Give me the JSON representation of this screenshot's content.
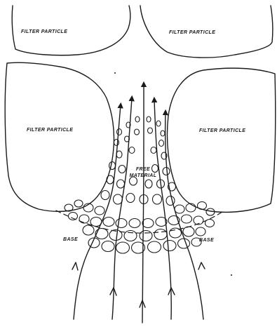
{
  "labels": {
    "filter_particle_top_left": "FILTER PARTICLE",
    "filter_particle_top_right": "FILTER PARTICLE",
    "filter_particle_mid_left": "FILTER PARTICLE",
    "filter_particle_mid_right": "FILTER PARTICLE",
    "free_material_line1": "FREE",
    "free_material_line2": "MATERIAL",
    "base_left": "BASE",
    "base_right": "BASE"
  },
  "colors": {
    "ink": "#1a1a1a",
    "background": "#ffffff"
  }
}
